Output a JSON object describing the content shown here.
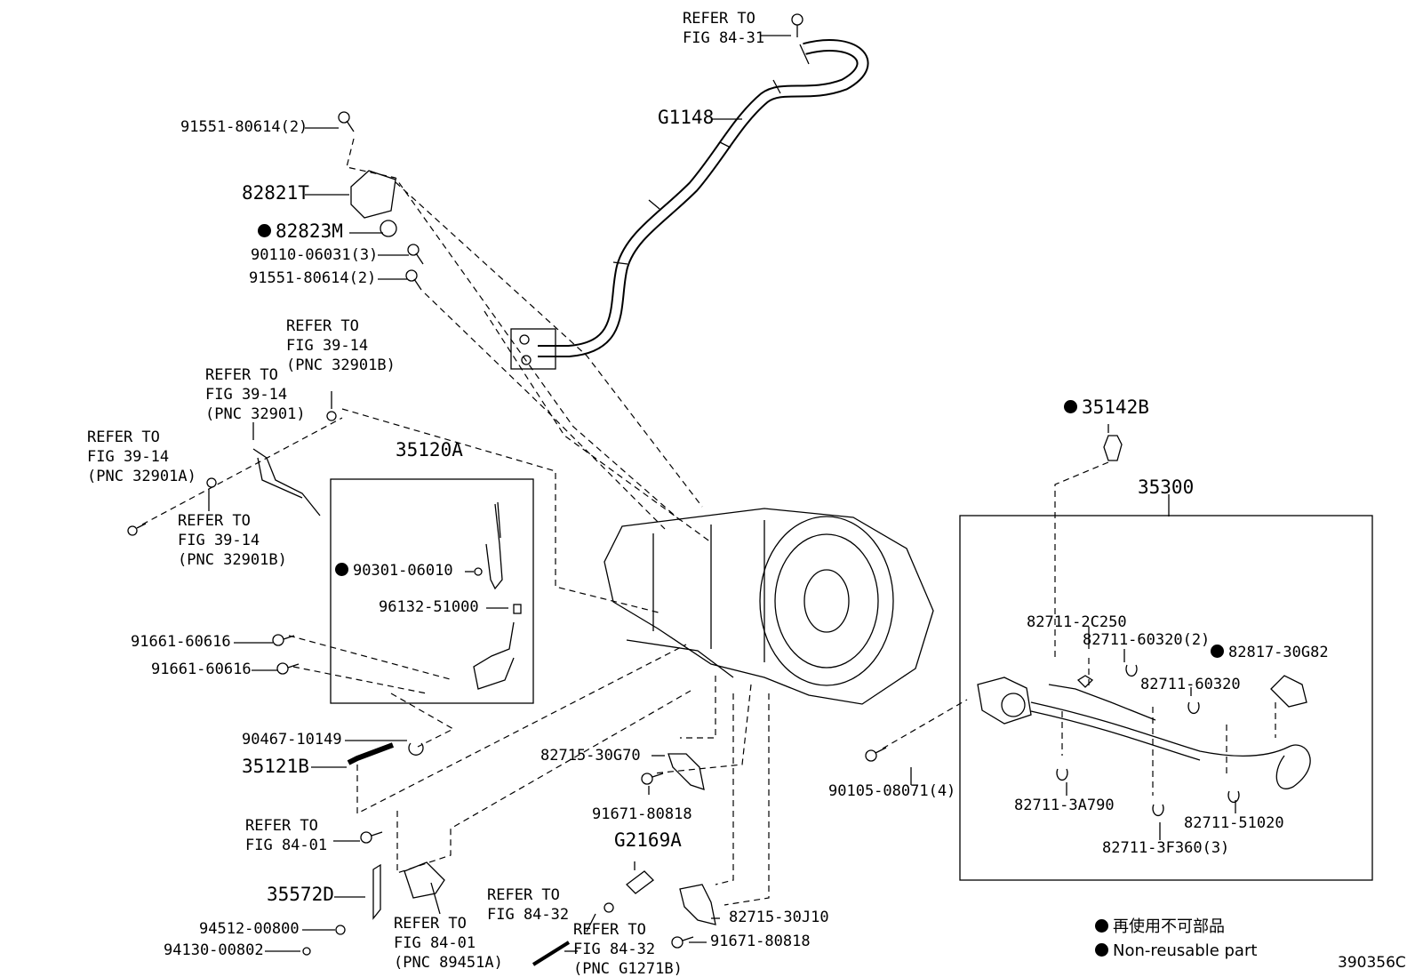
{
  "figure_id": "390356C",
  "legend": {
    "jp": "再使用不可部品",
    "en": "Non-reusable part"
  },
  "labels": {
    "hose": "G1148",
    "bolt_top": "91551-80614(2)",
    "bracket_82821T": "82821T",
    "seal_82823M": "82823M",
    "bolt_90110": "90110-06031(3)",
    "bolt_91551_b": "91551-80614(2)",
    "kit_35120A": "35120A",
    "oring_90301": "90301-06010",
    "clip_96132": "96132-51000",
    "bolt_91661_a": "91661-60616",
    "bolt_91661_b": "91661-60616",
    "hose_90467": "90467-10149",
    "pipe_35121B": "35121B",
    "sensor_35572D": "35572D",
    "nut_94512": "94512-00800",
    "nut_94130": "94130-00802",
    "bracket_82715_30G70": "82715-30G70",
    "bolt_91671_a": "91671-80818",
    "breather_G2169A": "G2169A",
    "bracket_82715_30J10": "82715-30J10",
    "bolt_91671_b": "91671-80818",
    "gasket_35142B": "35142B",
    "harness_35300": "35300",
    "clamp_2C250": "82711-2C250",
    "clamp_60320_2": "82711-60320(2)",
    "clamp_30G82": "82817-30G82",
    "clamp_60320": "82711-60320",
    "bolt_90105": "90105-08071(4)",
    "clamp_3A790": "82711-3A790",
    "clamp_51020": "82711-51020",
    "clamp_3F360": "82711-3F360(3)"
  },
  "refers": {
    "r1": "REFER TO\nFIG 84-31",
    "r2": "REFER TO\nFIG 39-14\n(PNC 32901B)",
    "r3": "REFER TO\nFIG 39-14\n(PNC 32901)",
    "r4": "REFER TO\nFIG 39-14\n(PNC 32901A)",
    "r5": "REFER TO\nFIG 39-14\n(PNC 32901B)",
    "r6": "REFER TO\nFIG 84-01",
    "r7": "REFER TO\nFIG 84-01\n(PNC 89451A)",
    "r8": "REFER TO\nFIG 84-32",
    "r9": "REFER TO\nFIG 84-32\n(PNC G1271B)"
  }
}
